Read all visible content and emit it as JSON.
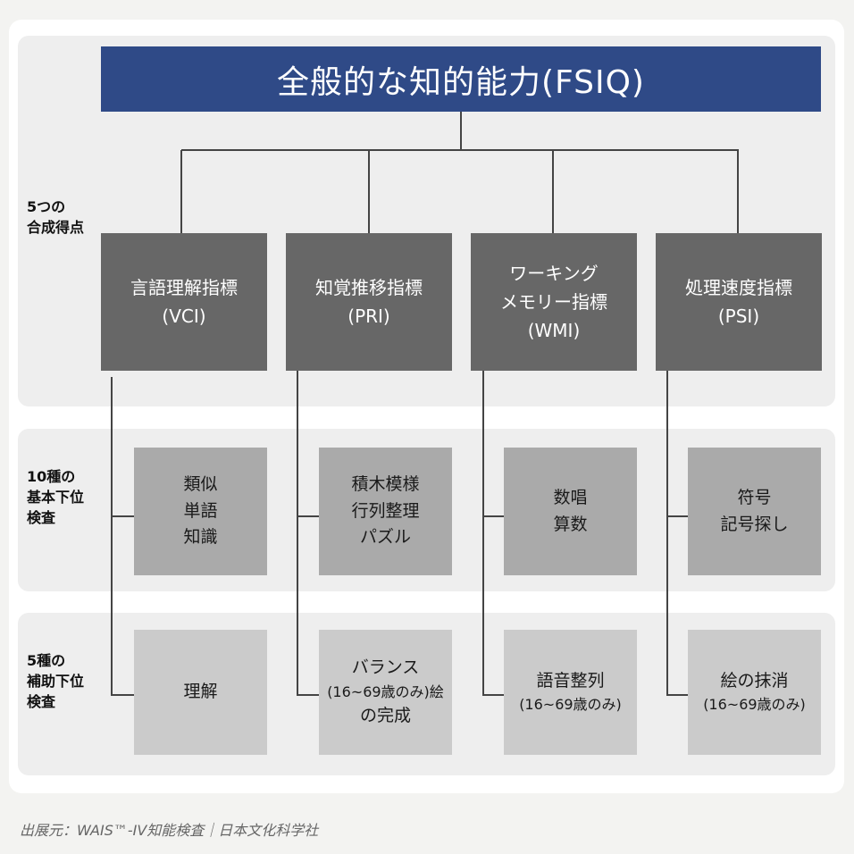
{
  "title": "全般的な知的能力(FSIQ)",
  "row_labels": {
    "composite": [
      "5つの",
      "合成得点"
    ],
    "core": [
      "10種の",
      "基本下位",
      "検査"
    ],
    "supplemental": [
      "5種の",
      "補助下位",
      "検査"
    ]
  },
  "indexes": [
    {
      "name": "言語理解指標",
      "abbr": "(VCI)",
      "core": [
        "類似",
        "単語",
        "知識"
      ],
      "supplemental": [
        "理解"
      ]
    },
    {
      "name": "知覚推移指標",
      "abbr": "(PRI)",
      "core": [
        "積木模様",
        "行列整理",
        "パズル"
      ],
      "supplemental": [
        "バランス",
        "(16~69歳のみ)絵",
        "の完成"
      ]
    },
    {
      "name": "ワーキング",
      "name2": "メモリー指標",
      "abbr": "(WMI)",
      "core": [
        "数唱",
        "算数"
      ],
      "supplemental": [
        "語音整列",
        "(16~69歳のみ)"
      ]
    },
    {
      "name": "処理速度指標",
      "abbr": "(PSI)",
      "core": [
        "符号",
        "記号探し"
      ],
      "supplemental": [
        "絵の抹消",
        "(16~69歳のみ)"
      ]
    }
  ],
  "footer": "出展元：WAIS™-IV知能検査｜日本文化科学社",
  "colors": {
    "title": "#2f4a87",
    "index": "#676767",
    "core": "#aaaaaa",
    "supplemental": "#cbcbcb"
  }
}
